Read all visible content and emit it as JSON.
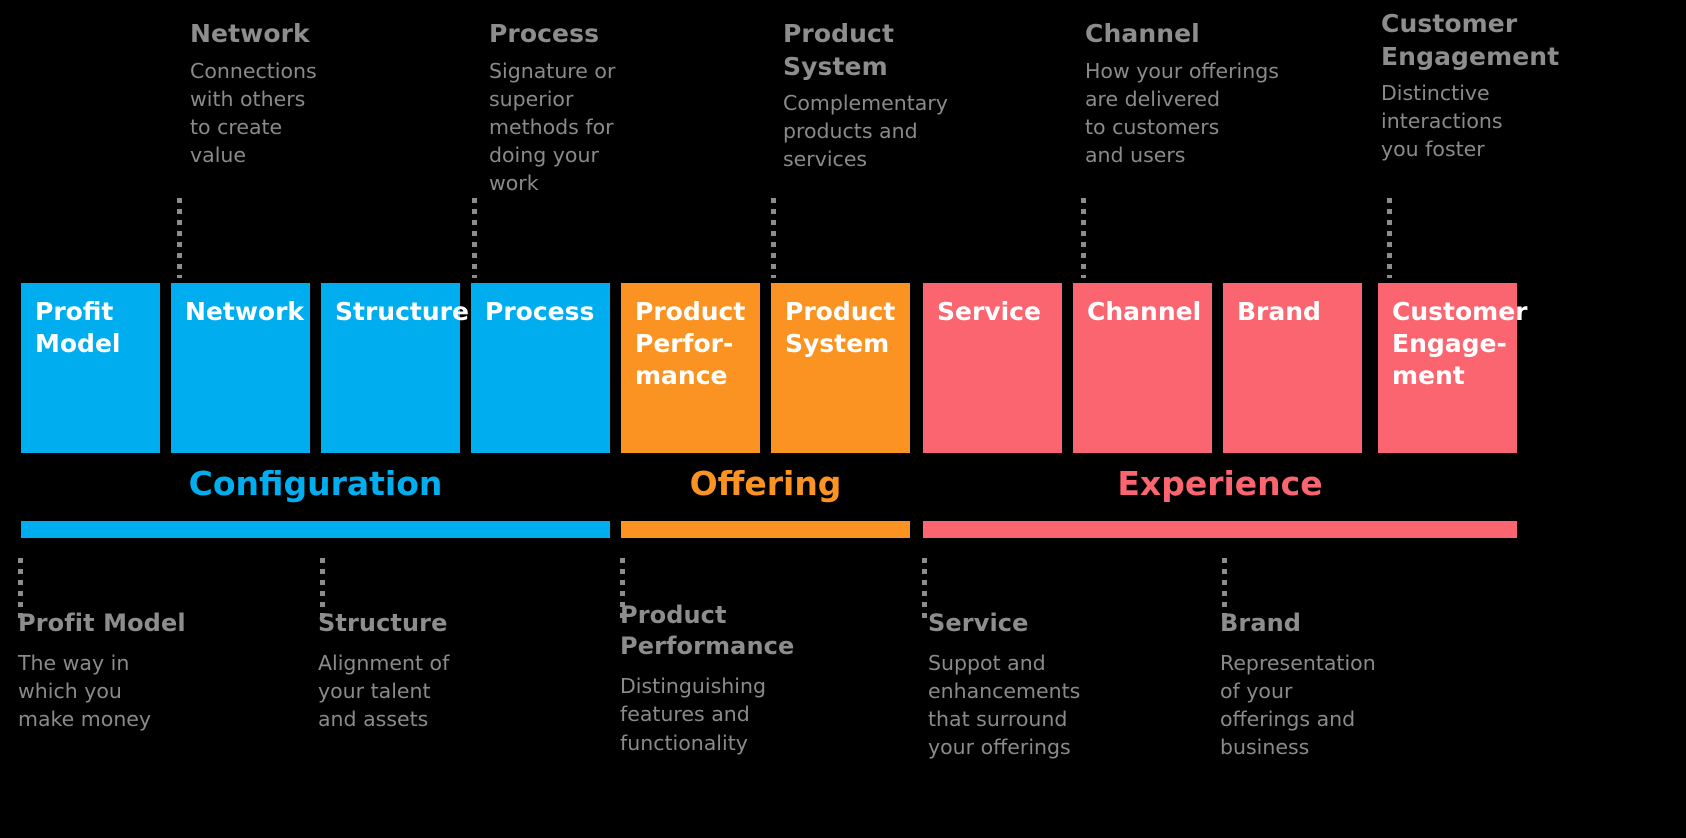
{
  "diagram": {
    "title": "Ten Types of Innovation",
    "colors": {
      "configuration": "#00AEEF",
      "offering": "#FB9322",
      "experience": "#FA6570",
      "text_gray": "#8d8d8d",
      "background": "#000000"
    }
  },
  "top_callouts": [
    {
      "title": "Network",
      "desc": "Connections\nwith others\nto create\nvalue"
    },
    {
      "title": "Process",
      "desc": "Signature or\nsuperior\nmethods for\ndoing your\nwork"
    },
    {
      "title": "Product\nSystem",
      "desc": "Complementary\nproducts and\nservices"
    },
    {
      "title": "Channel",
      "desc": "How your offerings\nare delivered\nto customers\nand users"
    },
    {
      "title": "Customer\nEngagement",
      "desc": "Distinctive\ninteractions\nyou foster"
    }
  ],
  "boxes": [
    {
      "label": "Profit\nModel",
      "group": "Configuration"
    },
    {
      "label": "Network",
      "group": "Configuration"
    },
    {
      "label": "Structure",
      "group": "Configuration"
    },
    {
      "label": "Process",
      "group": "Configuration"
    },
    {
      "label": "Product\nPerfor-\nmance",
      "group": "Offering"
    },
    {
      "label": "Product\nSystem",
      "group": "Offering"
    },
    {
      "label": "Service",
      "group": "Experience"
    },
    {
      "label": "Channel",
      "group": "Experience"
    },
    {
      "label": "Brand",
      "group": "Experience"
    },
    {
      "label": "Customer\nEngage-\nment",
      "group": "Experience"
    }
  ],
  "categories": [
    {
      "label": "Configuration"
    },
    {
      "label": "Offering"
    },
    {
      "label": "Experience"
    }
  ],
  "bottom_callouts": [
    {
      "title": "Profit Model",
      "desc": "The way in\nwhich you\nmake money"
    },
    {
      "title": "Structure",
      "desc": "Alignment of\nyour talent\nand assets"
    },
    {
      "title": "Product\nPerformance",
      "desc": "Distinguishing\nfeatures and\nfunctionality"
    },
    {
      "title": "Service",
      "desc": "Suppot and\nenhancements\nthat surround\nyour offerings"
    },
    {
      "title": "Brand",
      "desc": "Representation\nof your\nofferings and\nbusiness"
    }
  ]
}
